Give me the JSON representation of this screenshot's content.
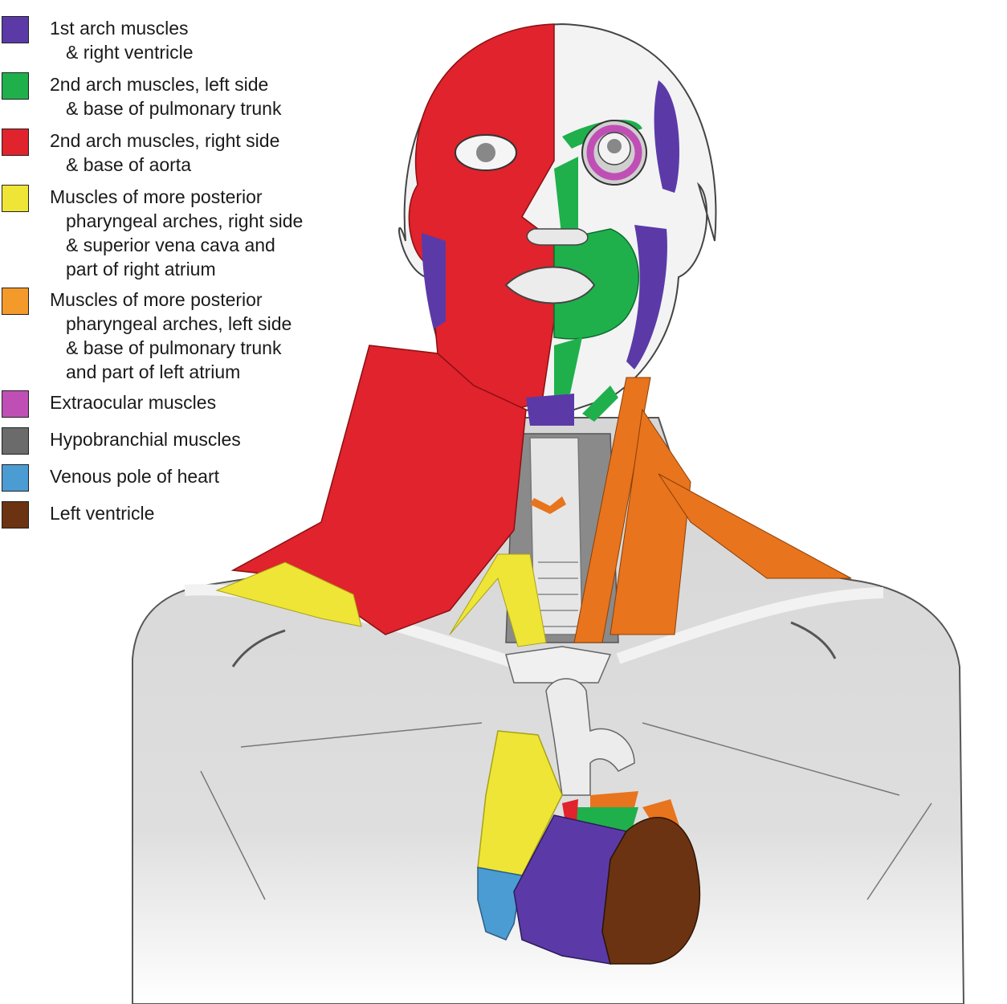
{
  "legend": [
    {
      "color": "#5b3aa8",
      "lines": [
        "1st arch muscles",
        "& right ventricle"
      ]
    },
    {
      "color": "#1fb04c",
      "lines": [
        "2nd arch muscles, left side",
        "& base of pulmonary trunk"
      ]
    },
    {
      "color": "#e0232c",
      "lines": [
        "2nd arch muscles, right side",
        "& base of aorta"
      ]
    },
    {
      "color": "#efe536",
      "lines": [
        "Muscles of more posterior",
        "pharyngeal arches, right side",
        "& superior vena cava and",
        "part of right atrium"
      ]
    },
    {
      "color": "#f39a2a",
      "lines": [
        "Muscles of more posterior",
        "pharyngeal arches, left side",
        "& base of pulmonary trunk",
        "and part of left atrium"
      ]
    },
    {
      "color": "#c04fb5",
      "lines": [
        "Extraocular muscles"
      ]
    },
    {
      "color": "#6b6b6b",
      "lines": [
        "Hypobranchial muscles"
      ]
    },
    {
      "color": "#4b9cd3",
      "lines": [
        "Venous pole of heart"
      ]
    },
    {
      "color": "#6b3311",
      "lines": [
        "Left ventricle"
      ]
    }
  ],
  "colors": {
    "first_arch": "#5b3aa8",
    "second_arch_left": "#1fb04c",
    "second_arch_right": "#e0232c",
    "posterior_right": "#efe536",
    "posterior_left": "#e8741d",
    "extraocular": "#c04fb5",
    "hypobranchial": "#6b6b6b",
    "venous_pole": "#4b9cd3",
    "left_ventricle": "#6b3311",
    "skin": "#d9d9d9",
    "skin_light": "#ececec"
  }
}
